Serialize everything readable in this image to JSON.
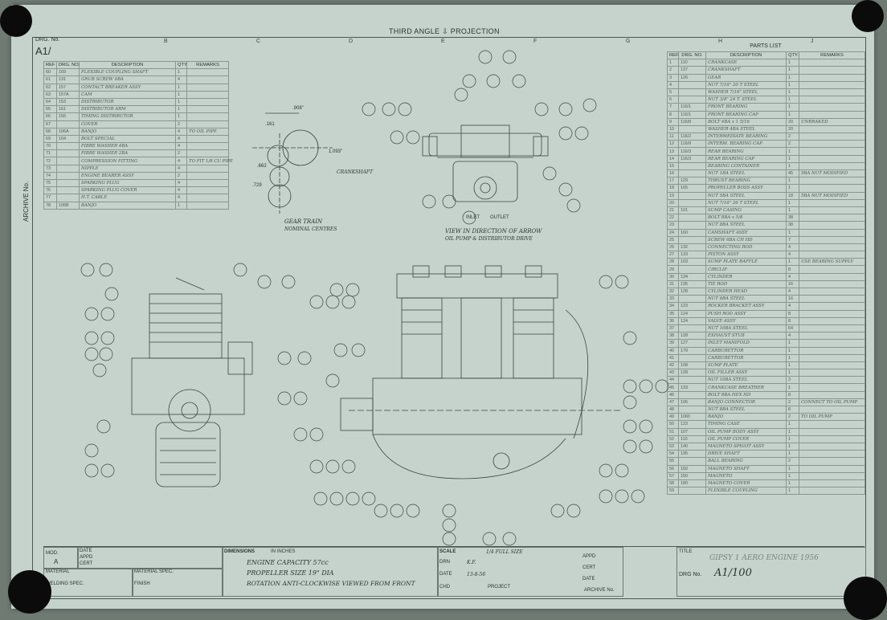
{
  "header": {
    "projection": "THIRD ANGLE",
    "projection_suffix": "PROJECTION"
  },
  "zones_top": [
    "B",
    "C",
    "D",
    "E",
    "F",
    "G",
    "H",
    "J"
  ],
  "drg_no_label": "DRG. No.",
  "drg_no_top": "A1/",
  "archive_label": "ARCHIVE No.",
  "parts_list": {
    "title": "PARTS LIST",
    "columns": [
      "REF.",
      "DRG. NO.",
      "DESCRIPTION",
      "QTY.",
      "REMARKS"
    ],
    "rows": [
      [
        "1",
        "110",
        "CRANKCASE",
        "1",
        ""
      ],
      [
        "2",
        "137",
        "CRANKSHAFT",
        "1",
        ""
      ],
      [
        "3",
        "126",
        "GEAR",
        "1",
        ""
      ],
      [
        "4",
        "",
        "NUT 7/16\" 20 T STEEL",
        "1",
        ""
      ],
      [
        "5",
        "",
        "WASHER 7/16\" STEEL",
        "1",
        ""
      ],
      [
        "6",
        "",
        "NUT 3/8\" 24 T. STEEL",
        "1",
        ""
      ],
      [
        "7",
        "116/1",
        "FRONT BEARING",
        "1",
        ""
      ],
      [
        "8",
        "116/1",
        "FRONT BEARING CAP",
        "1",
        ""
      ],
      [
        "9",
        "116/8",
        "BOLT 4BA x 1 5/16",
        "20",
        "UNBRAKED"
      ],
      [
        "10",
        "",
        "WASHER 4BA STEEL",
        "20",
        ""
      ],
      [
        "11",
        "116/2",
        "INTERMEDIATE BEARING",
        "2",
        ""
      ],
      [
        "12",
        "116/9",
        "INTERM. BEARING CAP",
        "2",
        ""
      ],
      [
        "13",
        "116/3",
        "REAR BEARING",
        "1",
        ""
      ],
      [
        "14",
        "116/3",
        "REAR BEARING CAP",
        "1",
        ""
      ],
      [
        "15",
        "",
        "BEARING CONTAINER",
        "1",
        ""
      ],
      [
        "16",
        "",
        "NUT 1BA STEEL",
        "45",
        "5BA NUT MODIFIED"
      ],
      [
        "17",
        "129",
        "THRUST BEARING",
        "1",
        ""
      ],
      [
        "18",
        "165",
        "PROPELLER BOSS ASSY",
        "1",
        ""
      ],
      [
        "19",
        "",
        "NUT 5BA STEEL",
        "18",
        "5BA NUT MODIFIED"
      ],
      [
        "20",
        "",
        "NUT 7/16\" 26 T STEEL",
        "1",
        ""
      ],
      [
        "21",
        "101",
        "SUMP CASING",
        "1",
        ""
      ],
      [
        "22",
        "",
        "BOLT 8BA x 5/8",
        "38",
        ""
      ],
      [
        "23",
        "",
        "NUT 8BA STEEL",
        "38",
        ""
      ],
      [
        "24",
        "160",
        "CAMSHAFT ASSY",
        "1",
        ""
      ],
      [
        "25",
        "",
        "SCREW 6BA CH HD",
        "7",
        ""
      ],
      [
        "26",
        "132",
        "CONNECTING ROD",
        "4",
        ""
      ],
      [
        "27",
        "133",
        "PISTON ASSY",
        "4",
        ""
      ],
      [
        "28",
        "103",
        "SUMP PLATE BAFFLE",
        "1",
        "USE BEARING SUPPLY"
      ],
      [
        "29",
        "",
        "CIRCLIP",
        "8",
        ""
      ],
      [
        "30",
        "134",
        "CYLINDER",
        "4",
        ""
      ],
      [
        "31",
        "135",
        "TIE ROD",
        "16",
        ""
      ],
      [
        "32",
        "128",
        "CYLINDER HEAD",
        "4",
        ""
      ],
      [
        "33",
        "",
        "NUT 6BA STEEL",
        "16",
        ""
      ],
      [
        "34",
        "123",
        "ROCKER BRACKET ASSY",
        "4",
        ""
      ],
      [
        "35",
        "124",
        "PUSH ROD ASSY",
        "8",
        ""
      ],
      [
        "36",
        "124",
        "VALVE ASSY",
        "8",
        ""
      ],
      [
        "37",
        "",
        "NUT 10BA STEEL",
        "64",
        ""
      ],
      [
        "38",
        "128",
        "EXHAUST STUB",
        "4",
        ""
      ],
      [
        "39",
        "127",
        "INLET MANIFOLD",
        "1",
        ""
      ],
      [
        "40",
        "179",
        "CARBURETTOR",
        "1",
        ""
      ],
      [
        "41",
        "",
        "CARBURETTOR",
        "1",
        ""
      ],
      [
        "42",
        "108",
        "SUMP PLATE",
        "1",
        ""
      ],
      [
        "43",
        "139",
        "OIL FILLER ASSY",
        "1",
        ""
      ],
      [
        "44",
        "",
        "NUT 10BA STEEL",
        "3",
        ""
      ],
      [
        "45",
        "133",
        "CRANKCASE BREATHER",
        "1",
        ""
      ],
      [
        "46",
        "",
        "BOLT 8BA HEX HD",
        "8",
        ""
      ],
      [
        "47",
        "106",
        "BANJO CONNECTOR",
        "2",
        "CONNECT TO OIL PUMP"
      ],
      [
        "48",
        "",
        "NUT 8BA STEEL",
        "8",
        ""
      ],
      [
        "49",
        "1060",
        "BANJO",
        "2",
        "TO OIL PUMP"
      ],
      [
        "50",
        "123",
        "TIMING CASE",
        "1",
        ""
      ],
      [
        "51",
        "107",
        "OIL PUMP BODY ASSY",
        "1",
        ""
      ],
      [
        "52",
        "110",
        "OIL PUMP COVER",
        "1",
        ""
      ],
      [
        "53",
        "140",
        "MAGNETO SPIGOT ASSY",
        "1",
        ""
      ],
      [
        "54",
        "195",
        "DRIVE SHAFT",
        "1",
        ""
      ],
      [
        "55",
        "",
        "BALL BEARING",
        "2",
        ""
      ],
      [
        "56",
        "150",
        "MAGNETO SHAFT",
        "1",
        ""
      ],
      [
        "57",
        "150",
        "MAGNETO",
        "1",
        ""
      ],
      [
        "58",
        "180",
        "MAGNETO COVER",
        "1",
        ""
      ],
      [
        "59",
        "",
        "FLEXIBLE COUPLING",
        "1",
        ""
      ]
    ]
  },
  "left_list": {
    "columns": [
      "REF",
      "DRG. NO.",
      "DESCRIPTION",
      "QTY",
      "REMARKS"
    ],
    "rows": [
      [
        "60",
        "169",
        "FLEXIBLE COUPLING SHAFT",
        "1",
        ""
      ],
      [
        "61",
        "131",
        "GRUB SCREW 6BA",
        "4",
        ""
      ],
      [
        "62",
        "157",
        "CONTACT BREAKER ASSY",
        "1",
        ""
      ],
      [
        "63",
        "157A",
        "CAM",
        "1",
        ""
      ],
      [
        "64",
        "153",
        "DISTRIBUTOR",
        "1",
        ""
      ],
      [
        "65",
        "161",
        "DISTRIBUTOR ARM",
        "1",
        ""
      ],
      [
        "66",
        "156",
        "TIMING DISTRIBUTOR",
        "1",
        ""
      ],
      [
        "67",
        "",
        "COVER",
        "2",
        ""
      ],
      [
        "68",
        "106A",
        "BANJO",
        "4",
        "TO OIL PIPE"
      ],
      [
        "69",
        "104",
        "BOLT SPECIAL",
        "4",
        ""
      ],
      [
        "70",
        "",
        "FIBRE WASHER 4BA",
        "4",
        ""
      ],
      [
        "71",
        "",
        "FIBRE WASHER 2BA",
        "2",
        ""
      ],
      [
        "72",
        "",
        "COMPRESSION FITTING",
        "4",
        "TO FIT 1/8 CU PIPE"
      ],
      [
        "73",
        "",
        "NIPPLE",
        "4",
        ""
      ],
      [
        "74",
        "",
        "ENGINE BEARER ASSY",
        "2",
        ""
      ],
      [
        "75",
        "",
        "SPARKING PLUG",
        "4",
        ""
      ],
      [
        "76",
        "",
        "SPARKING PLUG COVER",
        "4",
        ""
      ],
      [
        "77",
        "",
        "H.T. CABLE",
        "4",
        ""
      ],
      [
        "78",
        "106B",
        "BANJO",
        "1",
        ""
      ]
    ]
  },
  "notes": {
    "gear_train": "GEAR TRAIN",
    "gear_train_sub": "NOMINAL CENTRES",
    "view_arrow": "VIEW IN DIRECTION OF ARROW",
    "view_arrow_sub": "OIL PUMP & DISTRIBUTOR DRIVE",
    "centreline": "CRANKSHAFT",
    "dim1": "1.093\"",
    "dim2": ".908\"",
    "dim3": ".161",
    "dim4": ".662",
    "dim5": ".729",
    "inlet": "INLET",
    "outlet": "OUTLET"
  },
  "title_block": {
    "mod_label": "MOD.",
    "mod_value": "A",
    "date_label": "DATE",
    "appd_label": "APPD",
    "cert_label": "CERT",
    "material_label": "MATERIAL",
    "material_spec_label": "MATERIAL SPEC.",
    "welding_spec_label": "WELDING SPEC.",
    "finish_label": "FINISH",
    "dimensions_label": "DIMENSIONS",
    "dimensions_unit": "IN INCHES",
    "capacity": "ENGINE CAPACITY 57cc",
    "propeller": "PROPELLER SIZE 19\" DIA",
    "rotation": "ROTATION ANTI-CLOCKWISE VIEWED FROM FRONT",
    "scale_label": "SCALE",
    "scale_value": "1/4 FULL SIZE",
    "drn_label": "DRN",
    "drn_value": "K.F.",
    "date_value": "13-8-56",
    "chd_label": "CHD",
    "project_label": "PROJECT",
    "appd2": "APPD",
    "cert2": "CERT",
    "date2": "DATE",
    "title_label": "TITLE",
    "title_value": "GIPSY 1 AERO ENGINE 1956",
    "drg_no_label": "DRG No.",
    "drg_no_value": "A1/100",
    "archive_label": "ARCHIVE No."
  },
  "colors": {
    "paper": "#c5d3cc",
    "ink": "#2c3430",
    "background": "#6f7a73"
  }
}
